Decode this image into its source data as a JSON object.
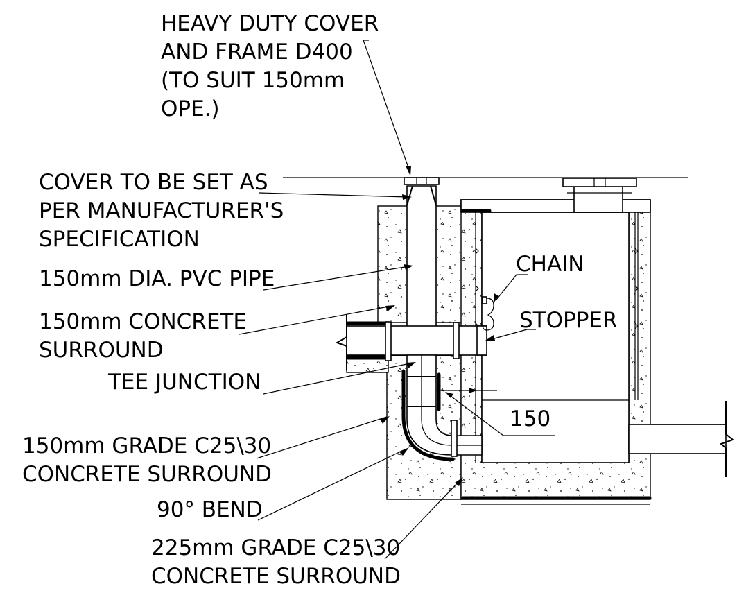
{
  "labels": {
    "cover_frame": [
      "HEAVY DUTY COVER",
      "AND FRAME D400",
      "(TO SUIT 150mm",
      "OPE.)"
    ],
    "cover_set": [
      "COVER TO BE SET AS",
      "PER MANUFACTURER'S",
      "SPECIFICATION"
    ],
    "pvc_pipe": [
      "150mm DIA. PVC PIPE"
    ],
    "concrete_150": [
      "150mm CONCRETE",
      "SURROUND"
    ],
    "tee": [
      "TEE JUNCTION"
    ],
    "grade_150": [
      "150mm GRADE C25\\30",
      "CONCRETE SURROUND"
    ],
    "bend": [
      "90° BEND"
    ],
    "grade_225": [
      "225mm GRADE C25\\30",
      "CONCRETE SURROUND"
    ],
    "chain": [
      "CHAIN"
    ],
    "stopper": [
      "STOPPER"
    ],
    "dimension": [
      "150"
    ]
  }
}
